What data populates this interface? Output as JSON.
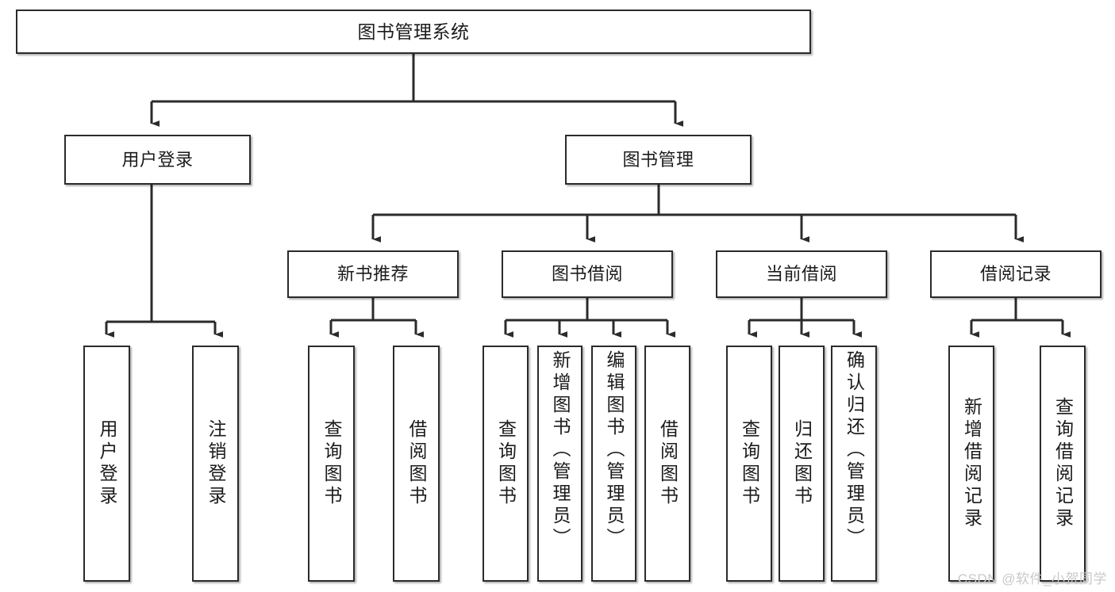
{
  "diagram": {
    "type": "tree-hierarchy",
    "title": "图书管理系统",
    "root": {
      "id": "root",
      "label": "图书管理系统"
    },
    "level1": [
      {
        "id": "user-login",
        "label": "用户登录"
      },
      {
        "id": "book-management",
        "label": "图书管理"
      }
    ],
    "level2": [
      {
        "id": "new-book-recommend",
        "label": "新书推荐",
        "parent": "book-management"
      },
      {
        "id": "book-borrow",
        "label": "图书借阅",
        "parent": "book-management"
      },
      {
        "id": "current-borrow",
        "label": "当前借阅",
        "parent": "book-management"
      },
      {
        "id": "borrow-record",
        "label": "借阅记录",
        "parent": "book-management"
      }
    ],
    "leaves": [
      {
        "id": "leaf-user-login",
        "label": "用户登录",
        "parent": "user-login"
      },
      {
        "id": "leaf-logout-login",
        "label": "注销登录",
        "parent": "user-login"
      },
      {
        "id": "leaf-query-book-1",
        "label": "查询图书",
        "parent": "new-book-recommend"
      },
      {
        "id": "leaf-borrow-book-1",
        "label": "借阅图书",
        "parent": "new-book-recommend"
      },
      {
        "id": "leaf-query-book-2",
        "label": "查询图书",
        "parent": "book-borrow"
      },
      {
        "id": "leaf-add-book",
        "label": "新增图书（管理员）",
        "parent": "book-borrow"
      },
      {
        "id": "leaf-edit-book",
        "label": "编辑图书（管理员）",
        "parent": "book-borrow"
      },
      {
        "id": "leaf-borrow-book-2",
        "label": "借阅图书",
        "parent": "book-borrow"
      },
      {
        "id": "leaf-query-book-3",
        "label": "查询图书",
        "parent": "current-borrow"
      },
      {
        "id": "leaf-return-book",
        "label": "归还图书",
        "parent": "current-borrow"
      },
      {
        "id": "leaf-confirm-return",
        "label": "确认归还（管理员）",
        "parent": "current-borrow"
      },
      {
        "id": "leaf-add-record",
        "label": "新增借阅记录",
        "parent": "borrow-record"
      },
      {
        "id": "leaf-query-record",
        "label": "查询借阅记录",
        "parent": "borrow-record"
      }
    ],
    "colors": {
      "box_border": "#2b2b2b",
      "box_fill": "#ffffff",
      "connector": "#2b2b2b",
      "text": "#1b1b1b",
      "watermark": "#c9c9c9"
    }
  },
  "watermark": {
    "text": "CSDN @软件_小贺同学"
  }
}
